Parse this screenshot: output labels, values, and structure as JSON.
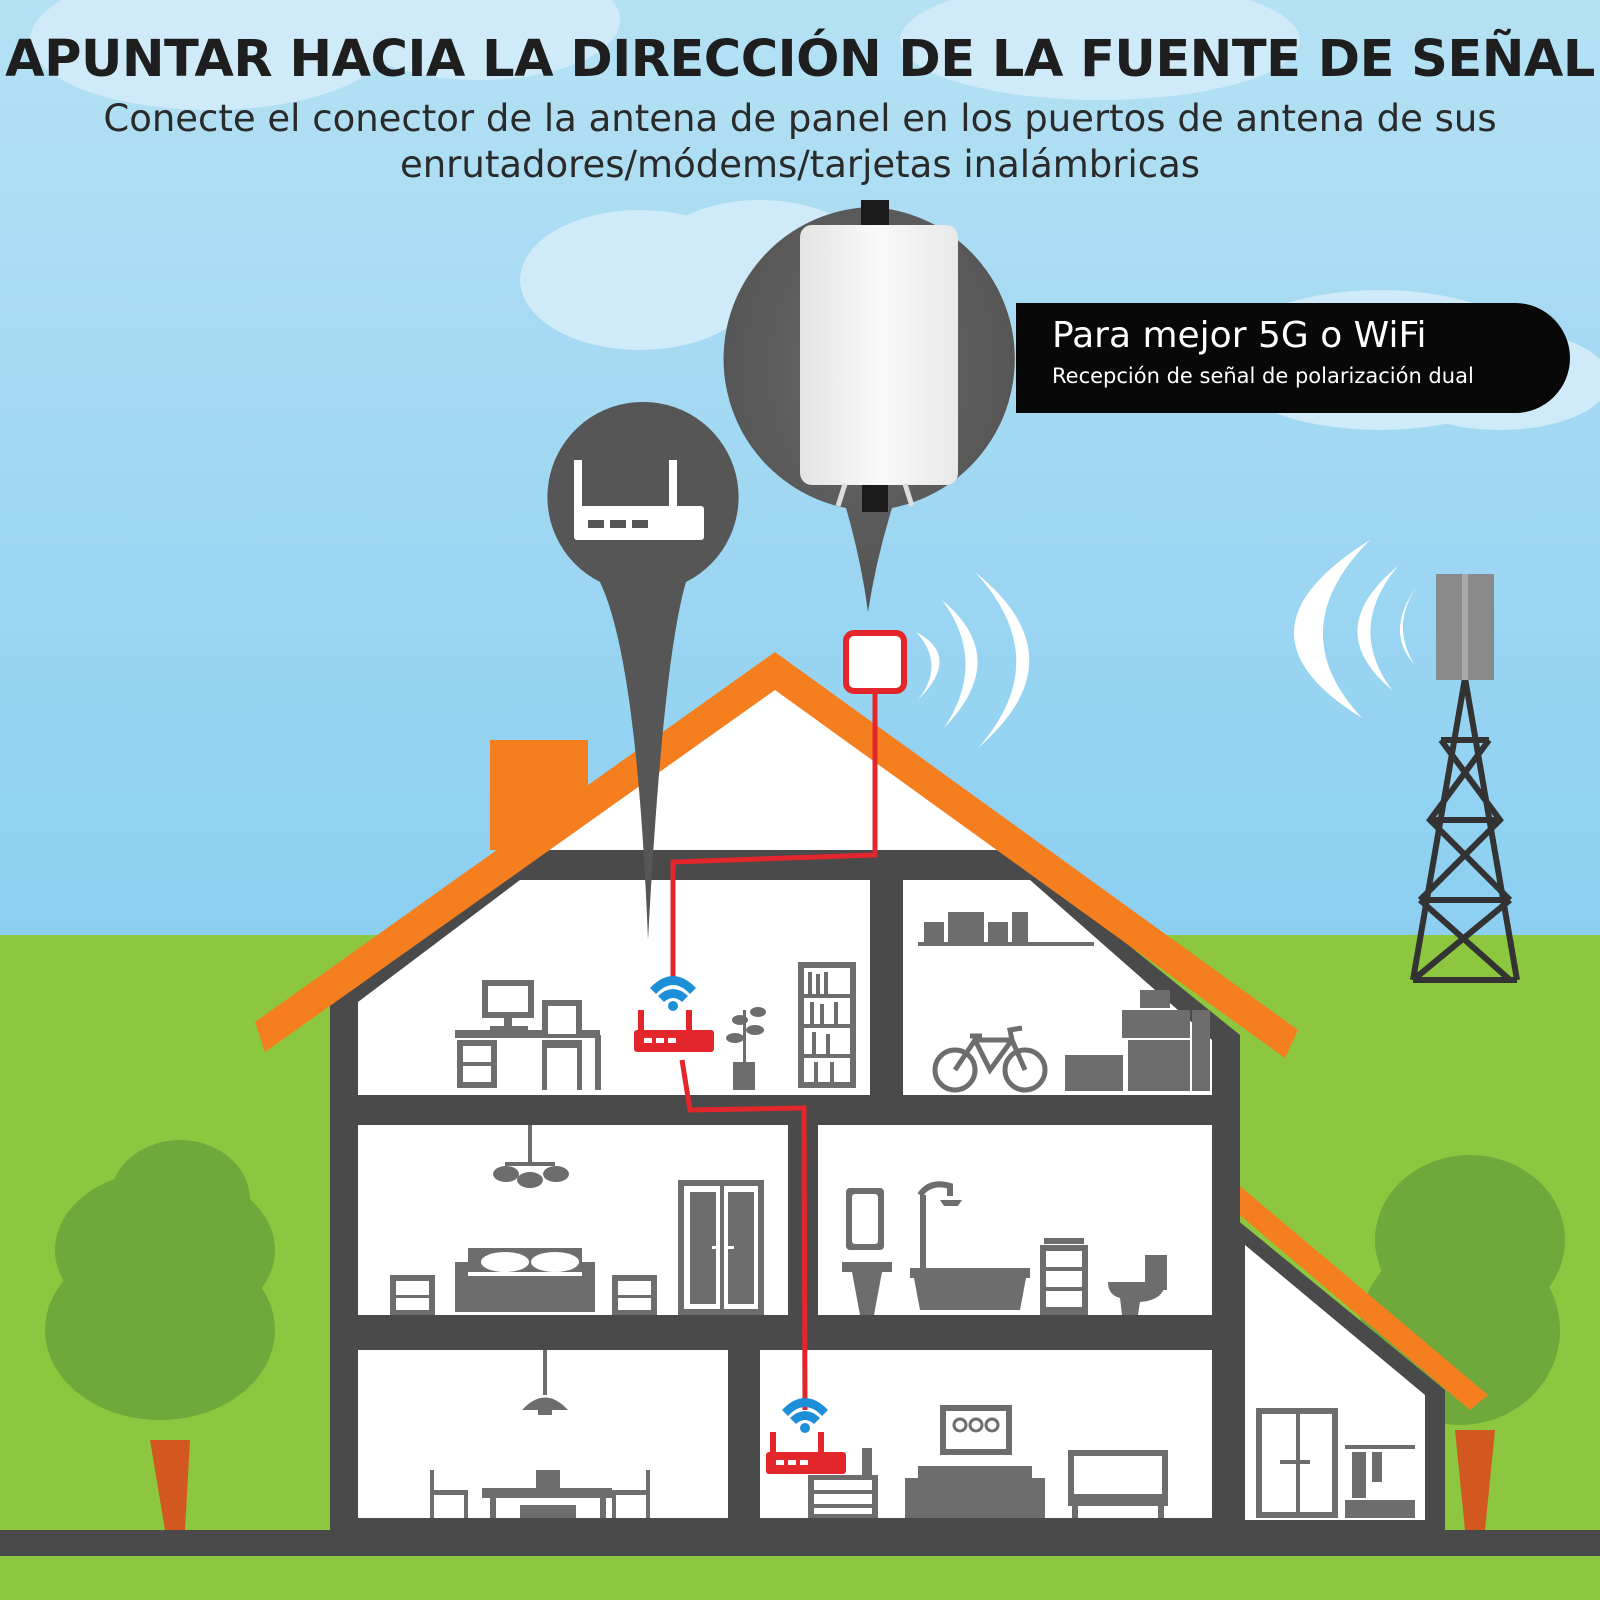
{
  "header": {
    "title": "APUNTAR HACIA LA DIRECCIÓN DE LA FUENTE DE SEÑAL",
    "subtitle": "Conecte el conector de la antena de panel en los puertos de antena de sus enrutadores/módems/tarjetas inalámbricas"
  },
  "callout": {
    "headline": "Para mejor 5G o WiFi",
    "detail": "Recepción de señal de polarización dual"
  },
  "colors": {
    "sky_top": "#a9dcf2",
    "sky_bottom": "#8fd0f0",
    "grass": "#8dc63f",
    "roof": "#f57f1f",
    "wall": "#4a4a4a",
    "room": "#ffffff",
    "furniture": "#6d6d6d",
    "cable": "#e3262c",
    "wifi": "#1d8fd9",
    "bubble": "#565656",
    "callout_bg": "#080808",
    "tree_leaf": "#6fa83b",
    "tree_trunk": "#d2581f"
  },
  "icons": [
    "router-icon",
    "panel-antenna-icon",
    "signal-wave-icon",
    "cell-tower-icon",
    "wifi-icon",
    "tree-icon",
    "house-icon"
  ]
}
